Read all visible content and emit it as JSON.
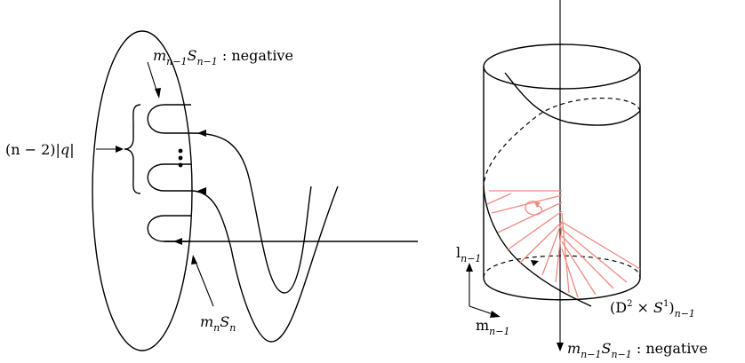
{
  "left_figure": {
    "top_label": {
      "m": "m",
      "m_sub": "n−1",
      "s": "S",
      "s_sub": "n−1",
      "suffix": " :  negative"
    },
    "twist_label": {
      "prefix": "(n − 2)|",
      "q": "q",
      "suffix": "|"
    },
    "bottom_label": {
      "m": "m",
      "m_sub": "n",
      "s": "S",
      "s_sub": "n"
    },
    "dots": "⋮"
  },
  "right_figure": {
    "vertical_axis": {
      "l": "l",
      "sub": "n−1"
    },
    "horizontal_axis": {
      "m": "m",
      "sub": "n−1"
    },
    "solid_torus_label": {
      "d": "(D",
      "d_sup": "2",
      "times": " × ",
      "s": "S",
      "s_sup": "1",
      "close": ")",
      "sub": "n−1"
    },
    "bottom_label": {
      "m": "m",
      "m_sub": "n−1",
      "s": "S",
      "s_sub": "n−1",
      "suffix": " :  negative"
    }
  },
  "colors": {
    "line": "#000000",
    "highlight": "#f08a80"
  }
}
